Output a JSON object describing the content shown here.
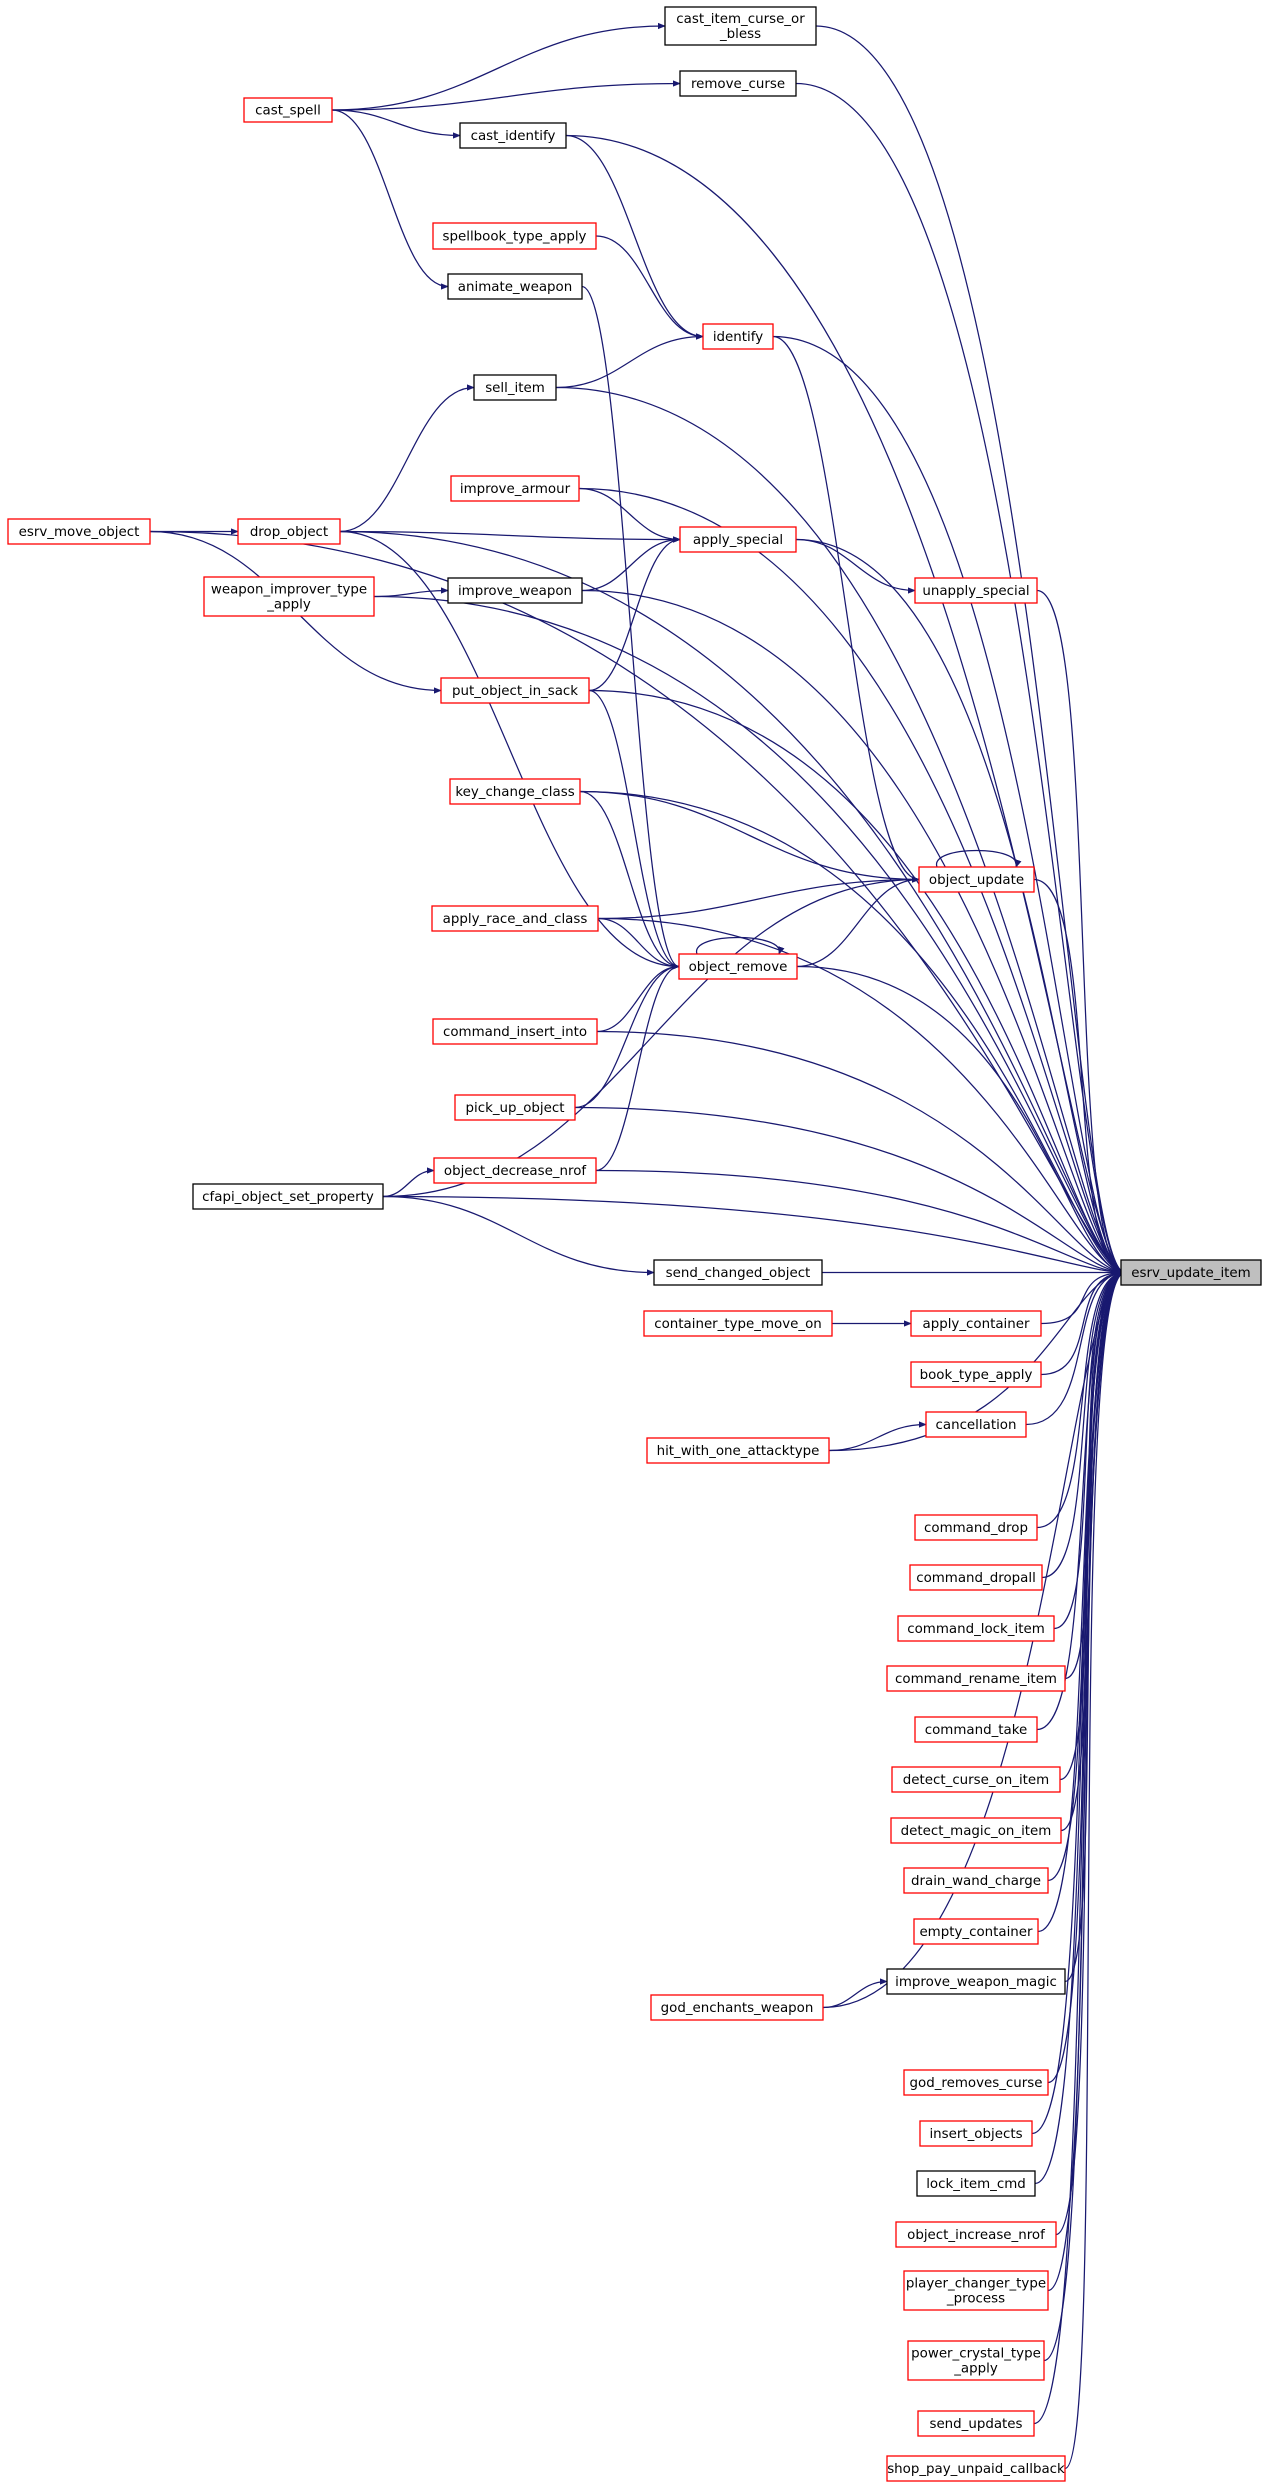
{
  "colors": {
    "edge": "#191970",
    "node_fill": "#ffffff",
    "truncated_border": "#ff0000",
    "complete_border": "#000000",
    "focus_fill": "#bfbfbf",
    "focus_border": "#000000",
    "text": "#000000"
  },
  "focus_node": "esrv_update_item",
  "nodes": [
    {
      "id": "cast_item_curse_or_bless",
      "lines": [
        "cast_item_curse_or",
        "_bless"
      ],
      "style": "complete"
    },
    {
      "id": "remove_curse",
      "lines": [
        "remove_curse"
      ],
      "style": "complete"
    },
    {
      "id": "cast_spell",
      "lines": [
        "cast_spell"
      ],
      "style": "truncated"
    },
    {
      "id": "cast_identify",
      "lines": [
        "cast_identify"
      ],
      "style": "complete"
    },
    {
      "id": "spellbook_type_apply",
      "lines": [
        "spellbook_type_apply"
      ],
      "style": "truncated"
    },
    {
      "id": "animate_weapon",
      "lines": [
        "animate_weapon"
      ],
      "style": "complete"
    },
    {
      "id": "identify",
      "lines": [
        "identify"
      ],
      "style": "truncated"
    },
    {
      "id": "sell_item",
      "lines": [
        "sell_item"
      ],
      "style": "complete"
    },
    {
      "id": "improve_armour",
      "lines": [
        "improve_armour"
      ],
      "style": "truncated"
    },
    {
      "id": "esrv_move_object",
      "lines": [
        "esrv_move_object"
      ],
      "style": "truncated"
    },
    {
      "id": "drop_object",
      "lines": [
        "drop_object"
      ],
      "style": "truncated"
    },
    {
      "id": "apply_special",
      "lines": [
        "apply_special"
      ],
      "style": "truncated"
    },
    {
      "id": "weapon_improver_type_apply",
      "lines": [
        "weapon_improver_type",
        "_apply"
      ],
      "style": "truncated"
    },
    {
      "id": "improve_weapon",
      "lines": [
        "improve_weapon"
      ],
      "style": "complete"
    },
    {
      "id": "unapply_special",
      "lines": [
        "unapply_special"
      ],
      "style": "truncated"
    },
    {
      "id": "put_object_in_sack",
      "lines": [
        "put_object_in_sack"
      ],
      "style": "truncated"
    },
    {
      "id": "key_change_class",
      "lines": [
        "key_change_class"
      ],
      "style": "truncated"
    },
    {
      "id": "object_update",
      "lines": [
        "object_update"
      ],
      "style": "truncated"
    },
    {
      "id": "apply_race_and_class",
      "lines": [
        "apply_race_and_class"
      ],
      "style": "truncated"
    },
    {
      "id": "object_remove",
      "lines": [
        "object_remove"
      ],
      "style": "truncated"
    },
    {
      "id": "command_insert_into",
      "lines": [
        "command_insert_into"
      ],
      "style": "truncated"
    },
    {
      "id": "pick_up_object",
      "lines": [
        "pick_up_object"
      ],
      "style": "truncated"
    },
    {
      "id": "object_decrease_nrof",
      "lines": [
        "object_decrease_nrof"
      ],
      "style": "truncated"
    },
    {
      "id": "cfapi_object_set_property",
      "lines": [
        "cfapi_object_set_property"
      ],
      "style": "complete"
    },
    {
      "id": "send_changed_object",
      "lines": [
        "send_changed_object"
      ],
      "style": "complete"
    },
    {
      "id": "esrv_update_item",
      "lines": [
        "esrv_update_item"
      ],
      "style": "focus"
    },
    {
      "id": "container_type_move_on",
      "lines": [
        "container_type_move_on"
      ],
      "style": "truncated"
    },
    {
      "id": "apply_container",
      "lines": [
        "apply_container"
      ],
      "style": "truncated"
    },
    {
      "id": "book_type_apply",
      "lines": [
        "book_type_apply"
      ],
      "style": "truncated"
    },
    {
      "id": "hit_with_one_attacktype",
      "lines": [
        "hit_with_one_attacktype"
      ],
      "style": "truncated"
    },
    {
      "id": "cancellation",
      "lines": [
        "cancellation"
      ],
      "style": "truncated"
    },
    {
      "id": "command_drop",
      "lines": [
        "command_drop"
      ],
      "style": "truncated"
    },
    {
      "id": "command_dropall",
      "lines": [
        "command_dropall"
      ],
      "style": "truncated"
    },
    {
      "id": "command_lock_item",
      "lines": [
        "command_lock_item"
      ],
      "style": "truncated"
    },
    {
      "id": "command_rename_item",
      "lines": [
        "command_rename_item"
      ],
      "style": "truncated"
    },
    {
      "id": "command_take",
      "lines": [
        "command_take"
      ],
      "style": "truncated"
    },
    {
      "id": "detect_curse_on_item",
      "lines": [
        "detect_curse_on_item"
      ],
      "style": "truncated"
    },
    {
      "id": "detect_magic_on_item",
      "lines": [
        "detect_magic_on_item"
      ],
      "style": "truncated"
    },
    {
      "id": "drain_wand_charge",
      "lines": [
        "drain_wand_charge"
      ],
      "style": "truncated"
    },
    {
      "id": "empty_container",
      "lines": [
        "empty_container"
      ],
      "style": "truncated"
    },
    {
      "id": "improve_weapon_magic",
      "lines": [
        "improve_weapon_magic"
      ],
      "style": "complete"
    },
    {
      "id": "god_enchants_weapon",
      "lines": [
        "god_enchants_weapon"
      ],
      "style": "truncated"
    },
    {
      "id": "god_removes_curse",
      "lines": [
        "god_removes_curse"
      ],
      "style": "truncated"
    },
    {
      "id": "insert_objects",
      "lines": [
        "insert_objects"
      ],
      "style": "truncated"
    },
    {
      "id": "lock_item_cmd",
      "lines": [
        "lock_item_cmd"
      ],
      "style": "complete"
    },
    {
      "id": "object_increase_nrof",
      "lines": [
        "object_increase_nrof"
      ],
      "style": "truncated"
    },
    {
      "id": "player_changer_type_process",
      "lines": [
        "player_changer_type",
        "_process"
      ],
      "style": "truncated"
    },
    {
      "id": "power_crystal_type_apply",
      "lines": [
        "power_crystal_type",
        "_apply"
      ],
      "style": "truncated"
    },
    {
      "id": "send_updates",
      "lines": [
        "send_updates"
      ],
      "style": "truncated"
    },
    {
      "id": "shop_pay_unpaid_callback",
      "lines": [
        "shop_pay_unpaid_callback"
      ],
      "style": "truncated"
    }
  ],
  "edges": [
    [
      "cast_item_curse_or_bless",
      "esrv_update_item"
    ],
    [
      "remove_curse",
      "esrv_update_item"
    ],
    [
      "cast_identify",
      "esrv_update_item"
    ],
    [
      "esrv_move_object",
      "esrv_update_item"
    ],
    [
      "identify",
      "esrv_update_item"
    ],
    [
      "sell_item",
      "esrv_update_item"
    ],
    [
      "drop_object",
      "esrv_update_item"
    ],
    [
      "improve_armour",
      "esrv_update_item"
    ],
    [
      "apply_special",
      "esrv_update_item"
    ],
    [
      "unapply_special",
      "esrv_update_item"
    ],
    [
      "improve_weapon",
      "esrv_update_item"
    ],
    [
      "weapon_improver_type_apply",
      "esrv_update_item"
    ],
    [
      "put_object_in_sack",
      "esrv_update_item"
    ],
    [
      "key_change_class",
      "esrv_update_item"
    ],
    [
      "object_update",
      "esrv_update_item"
    ],
    [
      "object_remove",
      "esrv_update_item"
    ],
    [
      "apply_race_and_class",
      "esrv_update_item"
    ],
    [
      "command_insert_into",
      "esrv_update_item"
    ],
    [
      "pick_up_object",
      "esrv_update_item"
    ],
    [
      "object_decrease_nrof",
      "esrv_update_item"
    ],
    [
      "cfapi_object_set_property",
      "esrv_update_item"
    ],
    [
      "send_changed_object",
      "esrv_update_item"
    ],
    [
      "apply_container",
      "esrv_update_item"
    ],
    [
      "book_type_apply",
      "esrv_update_item"
    ],
    [
      "cancellation",
      "esrv_update_item"
    ],
    [
      "hit_with_one_attacktype",
      "esrv_update_item"
    ],
    [
      "command_drop",
      "esrv_update_item"
    ],
    [
      "command_dropall",
      "esrv_update_item"
    ],
    [
      "command_lock_item",
      "esrv_update_item"
    ],
    [
      "command_rename_item",
      "esrv_update_item"
    ],
    [
      "command_take",
      "esrv_update_item"
    ],
    [
      "detect_curse_on_item",
      "esrv_update_item"
    ],
    [
      "detect_magic_on_item",
      "esrv_update_item"
    ],
    [
      "drain_wand_charge",
      "esrv_update_item"
    ],
    [
      "empty_container",
      "esrv_update_item"
    ],
    [
      "improve_weapon_magic",
      "esrv_update_item"
    ],
    [
      "god_enchants_weapon",
      "esrv_update_item"
    ],
    [
      "god_removes_curse",
      "esrv_update_item"
    ],
    [
      "insert_objects",
      "esrv_update_item"
    ],
    [
      "lock_item_cmd",
      "esrv_update_item"
    ],
    [
      "object_increase_nrof",
      "esrv_update_item"
    ],
    [
      "player_changer_type_process",
      "esrv_update_item"
    ],
    [
      "power_crystal_type_apply",
      "esrv_update_item"
    ],
    [
      "send_updates",
      "esrv_update_item"
    ],
    [
      "shop_pay_unpaid_callback",
      "esrv_update_item"
    ],
    [
      "cast_spell",
      "cast_item_curse_or_bless"
    ],
    [
      "cast_spell",
      "remove_curse"
    ],
    [
      "cast_spell",
      "cast_identify"
    ],
    [
      "cast_spell",
      "animate_weapon"
    ],
    [
      "cast_identify",
      "identify"
    ],
    [
      "spellbook_type_apply",
      "identify"
    ],
    [
      "sell_item",
      "identify"
    ],
    [
      "drop_object",
      "sell_item"
    ],
    [
      "esrv_move_object",
      "drop_object"
    ],
    [
      "esrv_move_object",
      "put_object_in_sack"
    ],
    [
      "drop_object",
      "apply_special"
    ],
    [
      "improve_armour",
      "apply_special"
    ],
    [
      "improve_weapon",
      "apply_special"
    ],
    [
      "put_object_in_sack",
      "apply_special"
    ],
    [
      "weapon_improver_type_apply",
      "improve_weapon"
    ],
    [
      "apply_special",
      "unapply_special"
    ],
    [
      "identify",
      "object_update"
    ],
    [
      "key_change_class",
      "object_update"
    ],
    [
      "apply_race_and_class",
      "object_update"
    ],
    [
      "object_remove",
      "object_update"
    ],
    [
      "object_update",
      "object_update"
    ],
    [
      "cfapi_object_set_property",
      "object_update"
    ],
    [
      "animate_weapon",
      "object_remove"
    ],
    [
      "drop_object",
      "object_remove"
    ],
    [
      "put_object_in_sack",
      "object_remove"
    ],
    [
      "key_change_class",
      "object_remove"
    ],
    [
      "apply_race_and_class",
      "object_remove"
    ],
    [
      "command_insert_into",
      "object_remove"
    ],
    [
      "pick_up_object",
      "object_remove"
    ],
    [
      "object_decrease_nrof",
      "object_remove"
    ],
    [
      "object_remove",
      "object_remove"
    ],
    [
      "cfapi_object_set_property",
      "object_decrease_nrof"
    ],
    [
      "cfapi_object_set_property",
      "send_changed_object"
    ],
    [
      "container_type_move_on",
      "apply_container"
    ],
    [
      "hit_with_one_attacktype",
      "cancellation"
    ],
    [
      "god_enchants_weapon",
      "improve_weapon_magic"
    ]
  ]
}
